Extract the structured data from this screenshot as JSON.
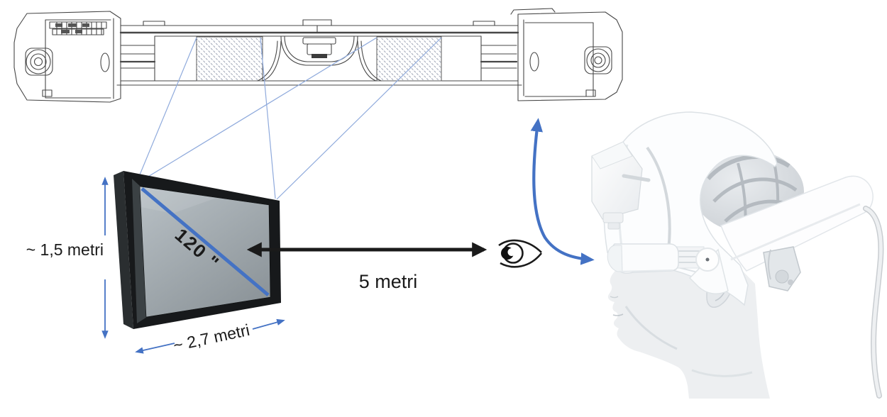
{
  "diagram": {
    "screen_height_label": "~ 1,5 metri",
    "screen_width_label": "~ 2,7 metri",
    "screen_diagonal_label": "120 \"",
    "viewing_distance_label": "5 metri"
  },
  "colors": {
    "accent_blue": "#4472C4",
    "projection_blue": "#8FAADC",
    "ink": "#1a1a1a"
  },
  "icons": {
    "eye": "eye-side-view-icon",
    "glasses": "smart-glasses-top-view-line-drawing",
    "headset": "head-wearing-ar-headset-render",
    "swap": "curved-double-headed-arrow",
    "distance": "double-headed-distance-arrow"
  }
}
